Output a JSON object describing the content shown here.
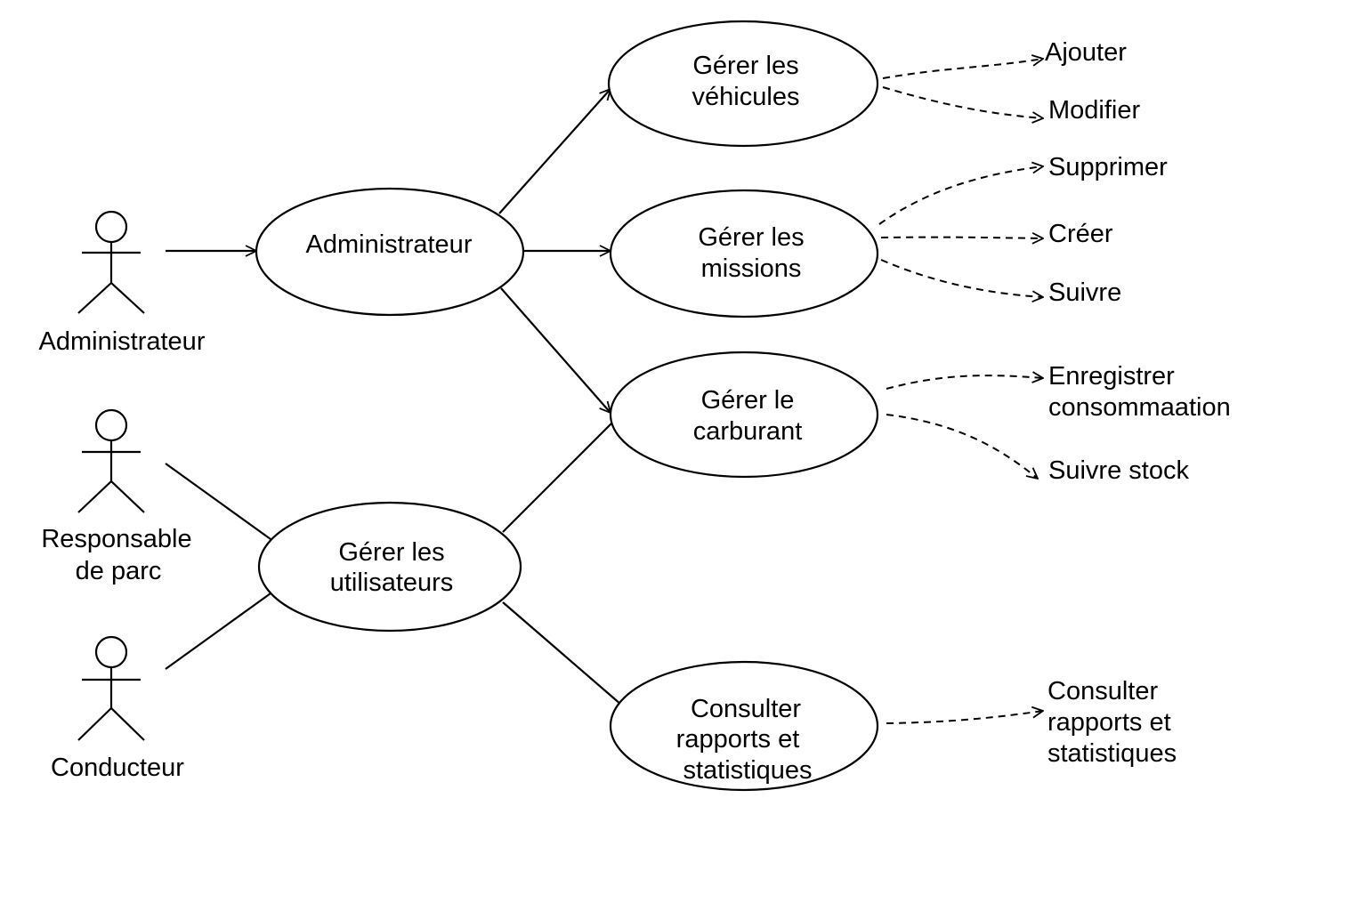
{
  "actors": [
    {
      "id": "administrateur",
      "lines": [
        "Administrateur"
      ]
    },
    {
      "id": "responsable",
      "lines": [
        "Responsable",
        "de parc"
      ]
    },
    {
      "id": "conducteur",
      "lines": [
        "Conducteur"
      ]
    }
  ],
  "use_cases": {
    "administrateur": [
      "Administrateur"
    ],
    "gerer_utilisateurs": [
      "Gérer les",
      "utilisateurs"
    ],
    "gerer_vehicules": [
      "Gérer les",
      "véhicules"
    ],
    "gerer_missions": [
      "Gérer les",
      "missions"
    ],
    "gerer_carburant": [
      "Gérer le",
      "carburant"
    ],
    "consulter_rapports": [
      "Consulter",
      "rapports et",
      "statistiques"
    ]
  },
  "operations": {
    "ajouter": [
      "Ajouter"
    ],
    "modifier": [
      "Modifier"
    ],
    "supprimer": [
      "Supprimer"
    ],
    "creer": [
      "Créer"
    ],
    "suivre": [
      "Suivre"
    ],
    "enregistrer": [
      "Enregistrer",
      "consommaation"
    ],
    "suivre_stock": [
      "Suivre stock"
    ],
    "consulter_rapports": [
      "Consulter",
      "rapports et",
      "statistiques"
    ]
  }
}
